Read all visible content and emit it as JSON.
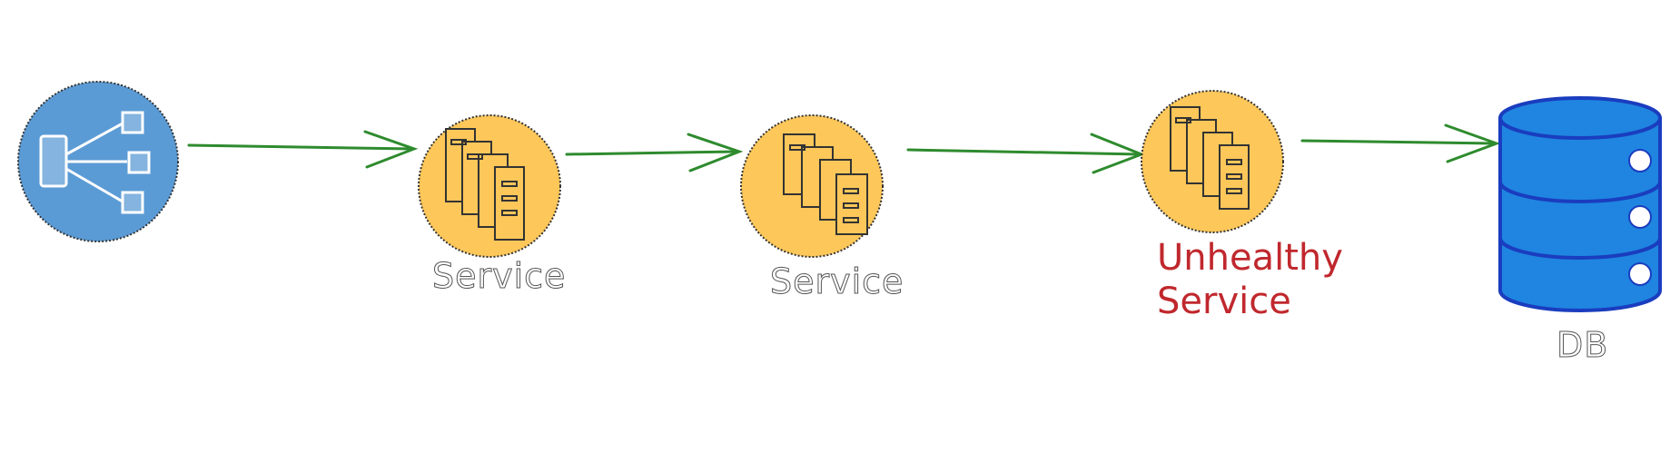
{
  "diagram": {
    "nodes": [
      {
        "id": "load-balancer",
        "label": "",
        "icon": "load-balancer-icon",
        "color": "#5b9bd5"
      },
      {
        "id": "service-1",
        "label": "Service",
        "icon": "service-stack-icon",
        "color": "#fdc75a"
      },
      {
        "id": "service-2",
        "label": "Service",
        "icon": "service-stack-icon",
        "color": "#fdc75a"
      },
      {
        "id": "service-3",
        "label_line1": "Unhealthy",
        "label_line2": "Service",
        "icon": "service-stack-icon",
        "color": "#fdc75a",
        "label_color": "#c0282d"
      },
      {
        "id": "db",
        "label": "DB",
        "icon": "database-icon",
        "color": "#1f85e0"
      }
    ],
    "edges": [
      {
        "from": "load-balancer",
        "to": "service-1"
      },
      {
        "from": "service-1",
        "to": "service-2"
      },
      {
        "from": "service-2",
        "to": "service-3"
      },
      {
        "from": "service-3",
        "to": "db"
      }
    ],
    "edge_color": "#2e8b2e"
  }
}
